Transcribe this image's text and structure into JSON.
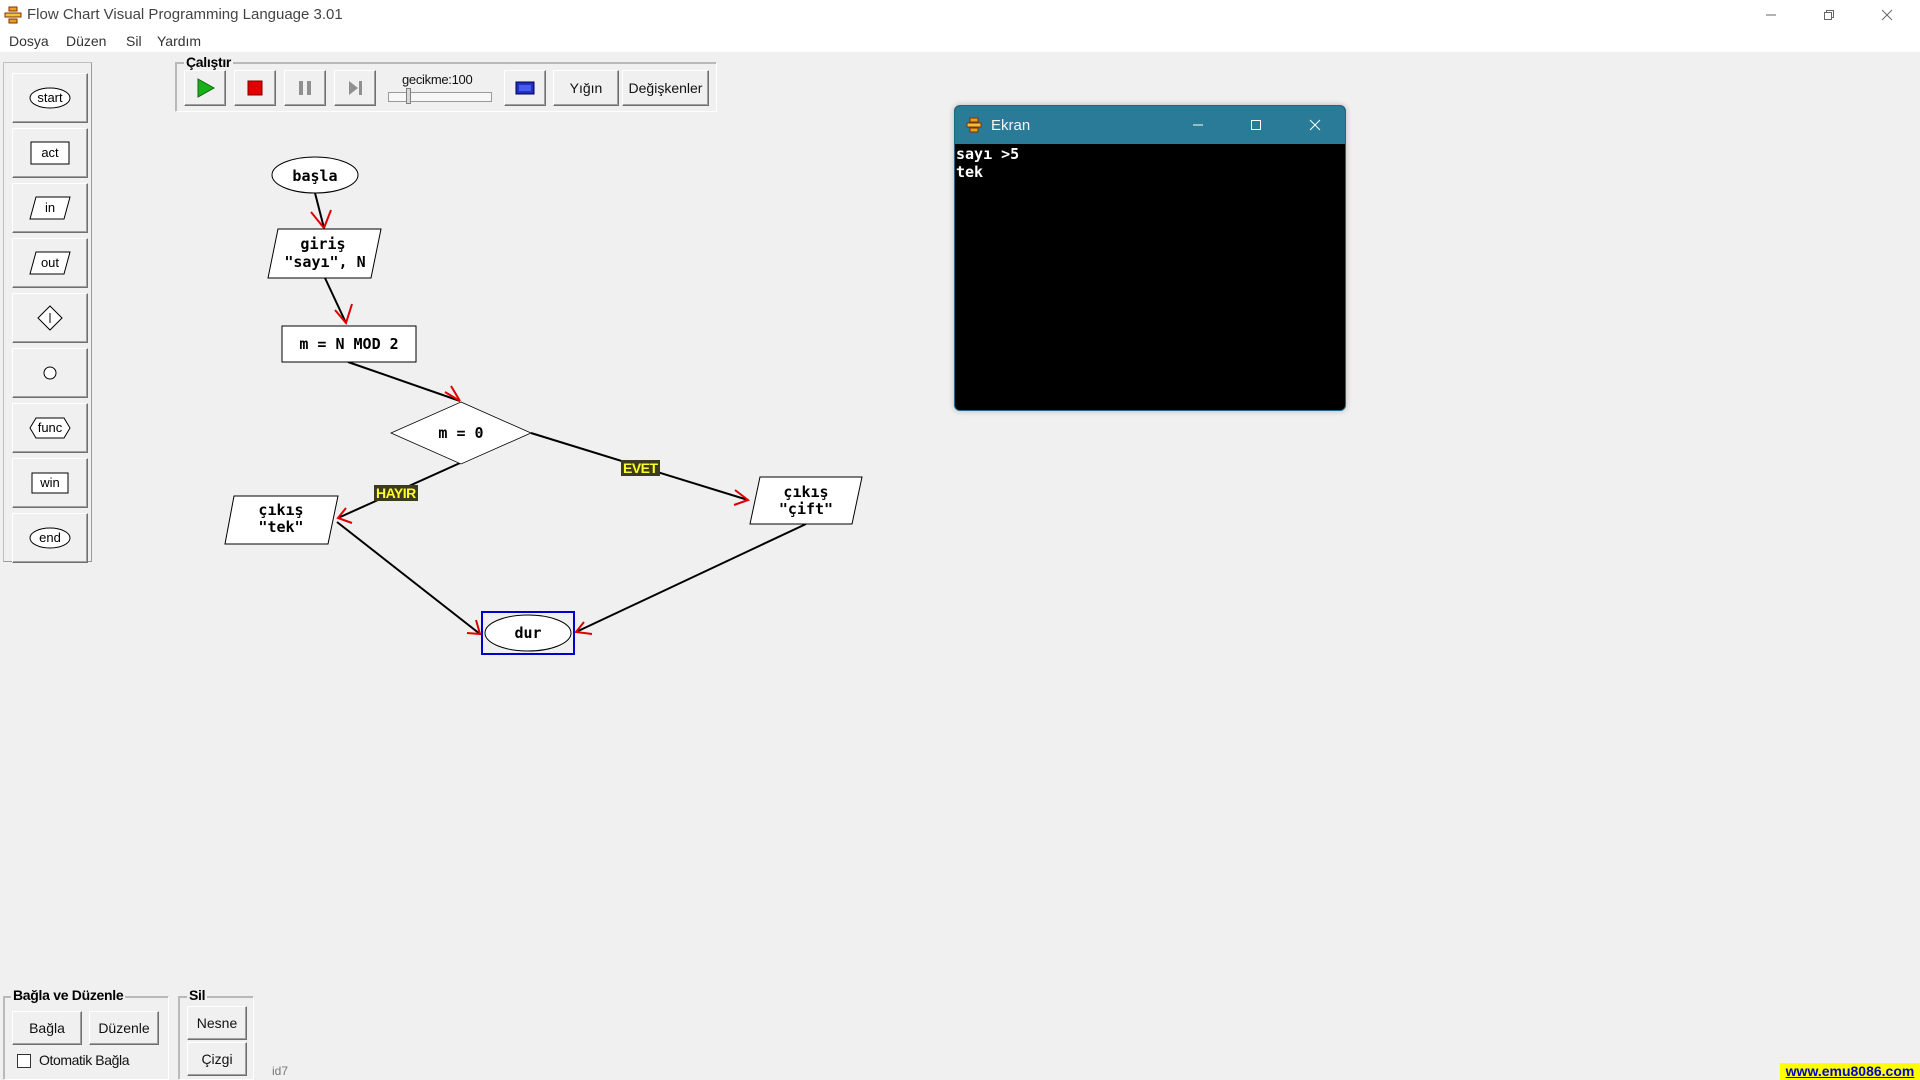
{
  "window": {
    "title": "Flow Chart Visual Programming Language 3.01",
    "controls": [
      "minimize",
      "restore",
      "close"
    ]
  },
  "menu": [
    "Dosya",
    "Düzen",
    "Sil",
    "Yardım"
  ],
  "palette": [
    {
      "label": "start",
      "icon": "start-oval-icon"
    },
    {
      "label": "act",
      "icon": "act-rect-icon"
    },
    {
      "label": "in",
      "icon": "in-parallelogram-icon"
    },
    {
      "label": "out",
      "icon": "out-parallelogram-icon"
    },
    {
      "label": "",
      "icon": "decision-diamond-icon"
    },
    {
      "label": "",
      "icon": "connector-circle-icon"
    },
    {
      "label": "func",
      "icon": "func-hexagon-icon"
    },
    {
      "label": "win",
      "icon": "win-rect-icon"
    },
    {
      "label": "end",
      "icon": "end-oval-icon"
    }
  ],
  "run_group": {
    "label": "Çalıştır",
    "play_icon": "play-icon",
    "stop_icon": "stop-icon",
    "pause_icon": "pause-icon",
    "step_icon": "step-icon",
    "delay_label": "gecikme:100",
    "screen_icon": "screen-icon",
    "stack_label": "Yığın",
    "variables_label": "Değişkenler",
    "colors": {
      "play": "#18b018",
      "stop": "#e00000"
    }
  },
  "flowchart": {
    "nodes": {
      "start": "başla",
      "input_line1": "giriş",
      "input_line2": "\"sayı\", N",
      "action": "m = N MOD 2",
      "decision": "m = 0",
      "out_no_line1": "çıkış",
      "out_no_line2": "\"tek\"",
      "out_yes_line1": "çıkış",
      "out_yes_line2": "\"çift\"",
      "end": "dur"
    },
    "edge_labels": {
      "no": "HAYIR",
      "yes": "EVET"
    },
    "colors": {
      "arrow": "#e00000",
      "selected": "#0000cc"
    }
  },
  "ekran": {
    "title": "Ekran",
    "lines": [
      "sayı >5",
      "tek"
    ],
    "title_color": "#2a7b97"
  },
  "bottom": {
    "connect_group_label": "Bağla ve Düzenle",
    "connect_button": "Bağla",
    "arrange_button": "Düzenle",
    "auto_connect_label": "Otomatik Bağla",
    "auto_connect_checked": false,
    "delete_group_label": "Sil",
    "delete_object_button": "Nesne",
    "delete_line_button": "Çizgi",
    "status_id": "id7",
    "link_text": "www.emu8086.com"
  }
}
